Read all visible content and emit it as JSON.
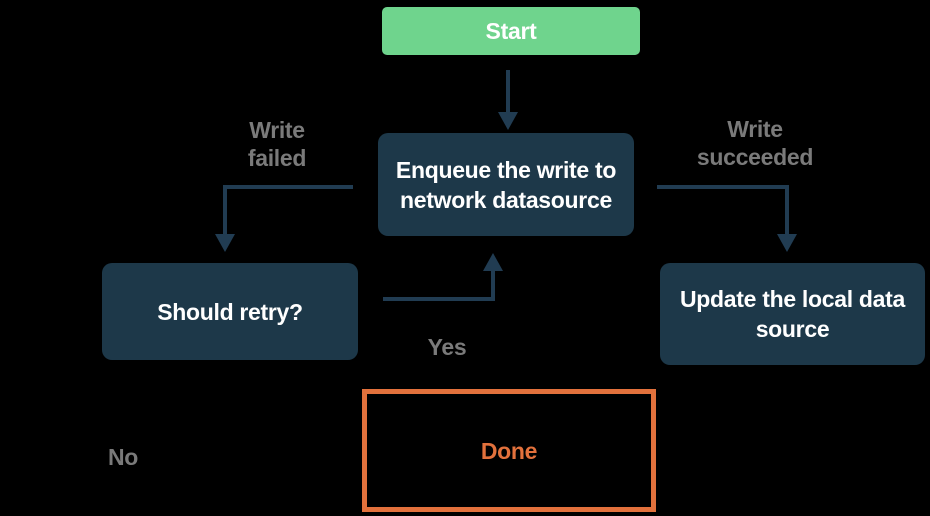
{
  "colors": {
    "background": "#000000",
    "node_fill": "#1d3849",
    "node_text": "#ffffff",
    "start_fill": "#6fd48d",
    "connector": "#213c52",
    "label_text": "#7a7a7a",
    "done_accent": "#e2713c"
  },
  "diagram": {
    "type": "flowchart",
    "nodes": {
      "start": {
        "label": "Start",
        "shape": "rounded-rect",
        "fill": "#6fd48d"
      },
      "enqueue": {
        "label": "Enqueue the write to\nnetwork datasource",
        "shape": "rounded-rect",
        "fill": "#1d3849"
      },
      "should_retry": {
        "label": "Should retry?",
        "shape": "rounded-rect",
        "fill": "#1d3849"
      },
      "update_local": {
        "label": "Update the local data\nsource",
        "shape": "rounded-rect",
        "fill": "#1d3849"
      },
      "done": {
        "label": "Done",
        "shape": "outlined-rect",
        "stroke": "#e2713c"
      }
    },
    "edges": [
      {
        "from": "start",
        "to": "enqueue",
        "label": ""
      },
      {
        "from": "enqueue",
        "to": "should_retry",
        "label": "Write\nfailed"
      },
      {
        "from": "enqueue",
        "to": "update_local",
        "label": "Write\nsucceeded"
      },
      {
        "from": "should_retry",
        "to": "enqueue",
        "label": "Yes"
      },
      {
        "from": "should_retry",
        "to": "done",
        "label": "No"
      }
    ],
    "edge_labels": {
      "write_failed": "Write\nfailed",
      "write_succeeded": "Write\nsucceeded",
      "yes": "Yes",
      "no": "No"
    }
  }
}
